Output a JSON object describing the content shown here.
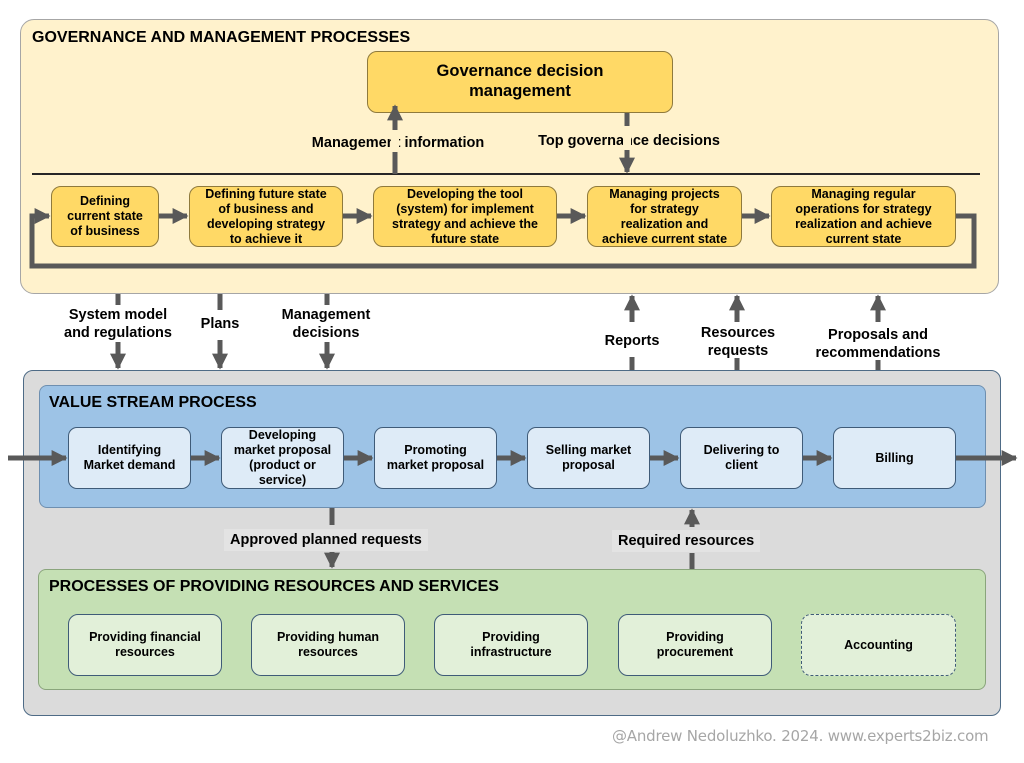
{
  "governance": {
    "title": "GOVERNANCE AND MANAGEMENT PROCESSES",
    "decision_box": "Governance decision\nmanagement",
    "flow_labels": {
      "management_information": "Management information",
      "top_governance_decisions": "Top governance decisions"
    },
    "steps": [
      {
        "label": "Defining\ncurrent state\nof business"
      },
      {
        "label": "Defining future state\nof business and\ndeveloping strategy\nto achieve it"
      },
      {
        "label": "Developing the tool\n(system) for implement\nstrategy and achieve the\nfuture state"
      },
      {
        "label": "Managing projects\nfor strategy\nrealization  and\nachieve current state"
      },
      {
        "label": "Managing regular\noperations for strategy\nrealization  and achieve\ncurrent state"
      }
    ]
  },
  "interface_flows": {
    "down": [
      {
        "label": "System model\nand regulations"
      },
      {
        "label": "Plans"
      },
      {
        "label": "Management\ndecisions"
      }
    ],
    "up": [
      {
        "label": "Reports"
      },
      {
        "label": "Resources\nrequests"
      },
      {
        "label": "Proposals and\nrecommendations"
      }
    ]
  },
  "value_stream": {
    "title": "VALUE STREAM PROCESS",
    "steps": [
      {
        "label": "Identifying\nMarket demand"
      },
      {
        "label": "Developing\nmarket proposal\n(product or\nservice)"
      },
      {
        "label": "Promoting\nmarket proposal"
      },
      {
        "label": "Selling market\nproposal"
      },
      {
        "label": "Delivering to\nclient"
      },
      {
        "label": "Billing"
      }
    ]
  },
  "resource_flows": {
    "approved_planned_requests": "Approved planned requests",
    "required_resources": "Required resources"
  },
  "resources": {
    "title": "PROCESSES OF PROVIDING RESOURCES AND SERVICES",
    "items": [
      {
        "label": "Providing financial\nresources",
        "dashed": false
      },
      {
        "label": "Providing human\nresources",
        "dashed": false
      },
      {
        "label": "Providing\ninfrastructure",
        "dashed": false
      },
      {
        "label": "Providing\nprocurement",
        "dashed": false
      },
      {
        "label": "Accounting",
        "dashed": true
      }
    ]
  },
  "footer": "@Andrew Nedoluzhko. 2024. www.experts2biz.com",
  "colors": {
    "governance_bg": "#fff2cc",
    "governance_box": "#ffd966",
    "value_stream_bg": "#9dc3e6",
    "value_stream_box": "#deebf7",
    "resources_bg": "#c5e0b4",
    "resources_box": "#e2f0d9",
    "outer_bg": "#dbdbdb",
    "arrow": "#595959"
  }
}
